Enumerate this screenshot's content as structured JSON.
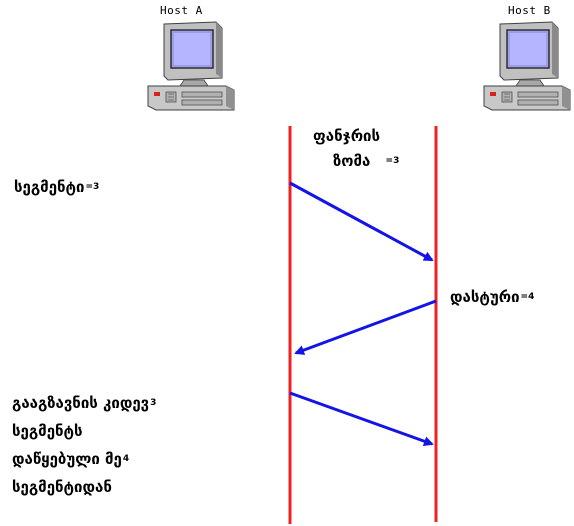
{
  "hosts": {
    "a": {
      "label": "Host A"
    },
    "b": {
      "label": "Host B"
    }
  },
  "texts": {
    "window_size_line1": "ფანჯრის",
    "window_size_line2": "ზომა",
    "window_size_value": "=3",
    "segment": "სეგმენტი",
    "segment_value": "=3",
    "ack": "დასტური",
    "ack_value": "=4",
    "resend_line1": "გააგზავნის კიდევ",
    "resend_line1_value": "3",
    "resend_line2": "სეგმენტს",
    "resend_line3": "დაწყებული მე",
    "resend_line3_value": "4",
    "resend_line4": "სეგმენტიდან"
  },
  "colors": {
    "timeline": "#ee2222",
    "arrow": "#1414e6",
    "text": "#000000"
  },
  "icons": {
    "host_a": "desktop-computer-icon",
    "host_b": "desktop-computer-icon"
  }
}
